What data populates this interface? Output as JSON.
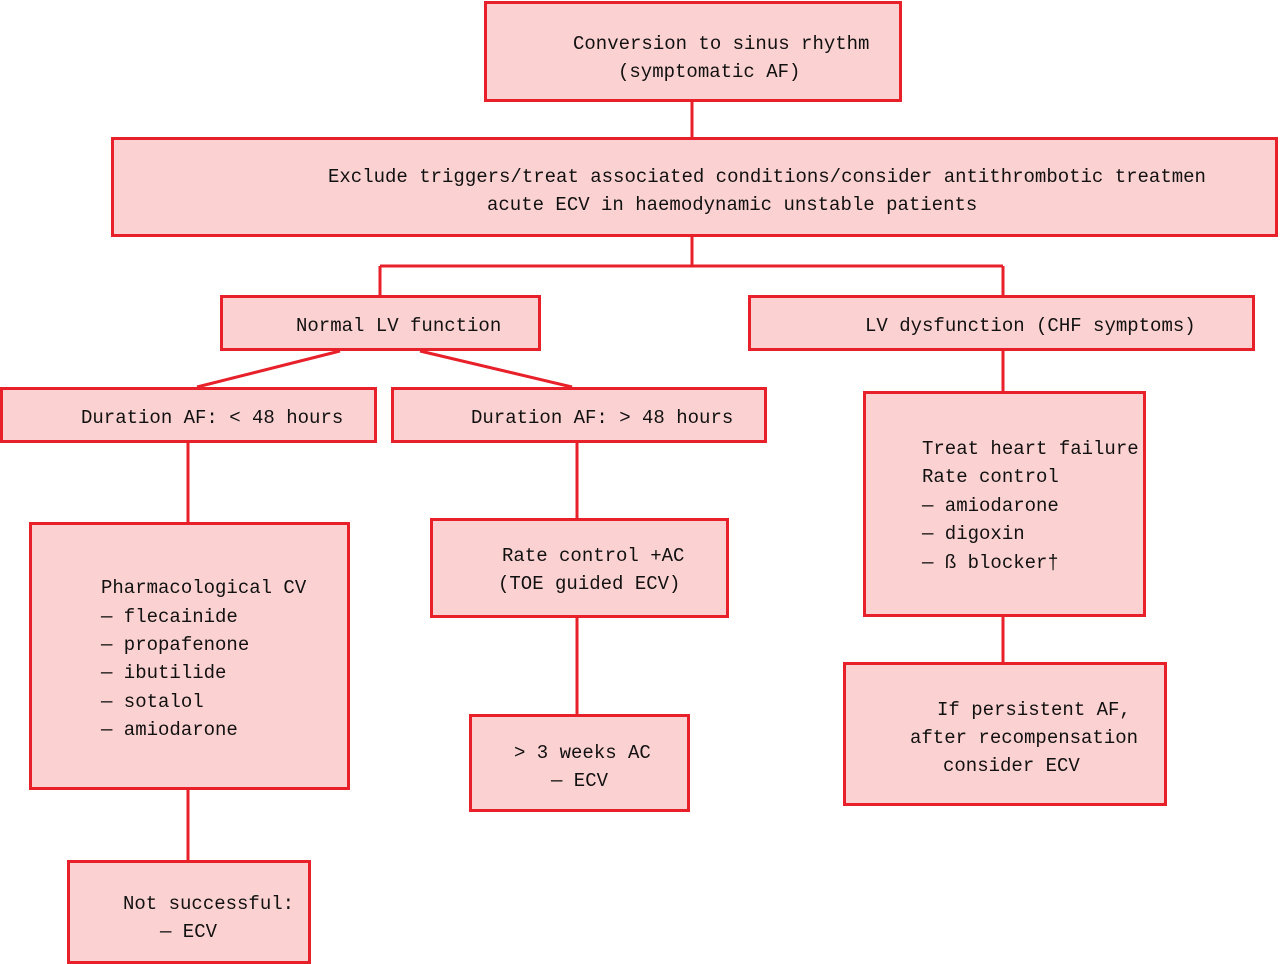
{
  "colors": {
    "fill": "#fcd1d1",
    "stroke": "#e8202a",
    "text": "#111111"
  },
  "boxes": {
    "root": {
      "lines": [
        "Conversion to sinus rhythm",
        "(symptomatic AF)"
      ]
    },
    "exclude": {
      "lines": [
        "Exclude triggers/treat associated conditions/consider antithrombotic treatmen",
        "acute ECV in haemodynamic unstable patients"
      ]
    },
    "normal_lv": {
      "lines": [
        "Normal LV function"
      ]
    },
    "lv_dysfunction": {
      "lines": [
        "LV dysfunction (CHF symptoms)"
      ]
    },
    "duration_lt48": {
      "lines": [
        "Duration AF: < 48 hours"
      ]
    },
    "duration_gt48": {
      "lines": [
        "Duration AF: > 48 hours"
      ]
    },
    "pharma_cv": {
      "lines": [
        "Pharmacological CV",
        "— flecainide",
        "— propafenone",
        "— ibutilide",
        "— sotalol",
        "— amiodarone"
      ]
    },
    "rate_control_ac": {
      "lines": [
        "Rate control +AC",
        "(TOE guided ECV)"
      ]
    },
    "treat_hf": {
      "lines": [
        "Treat heart failure",
        "Rate control",
        "— amiodarone",
        "— digoxin",
        "— ß blocker†"
      ]
    },
    "three_weeks_ac": {
      "lines": [
        "> 3 weeks AC",
        "— ECV"
      ]
    },
    "persistent_af": {
      "lines": [
        "If persistent AF,",
        "after recompensation",
        "consider ECV"
      ]
    },
    "not_successful": {
      "lines": [
        "Not successful:",
        "— ECV"
      ]
    }
  }
}
